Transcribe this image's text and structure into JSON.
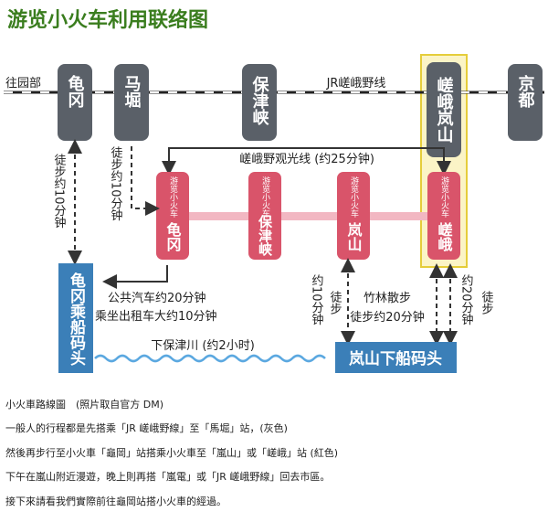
{
  "title": "游览小火车利用联络图",
  "jr": {
    "line_name": "JR嵯峨野线",
    "direction_label": "往园部",
    "stations": [
      {
        "name": "龟冈"
      },
      {
        "name": "马堀"
      },
      {
        "name": "保津峡"
      },
      {
        "name": "嵯峨岚山"
      },
      {
        "name": "京都"
      }
    ]
  },
  "sightseeing": {
    "line_name": "嵯峨野观光线 (约25分钟)",
    "prefix": "游览小火车",
    "stations": [
      {
        "name": "龟冈"
      },
      {
        "name": "保津峡"
      },
      {
        "name": "岚山"
      },
      {
        "name": "嵯峨"
      }
    ]
  },
  "walks": {
    "kameoka": "徒步约10分钟",
    "umahori": "徒步约10分钟",
    "arashiyama_a": "约10分钟",
    "arashiyama_b": "徒步",
    "bamboo_1": "竹林散步",
    "bamboo_2": "徒步约20分钟",
    "saga_a": "约20分钟",
    "saga_b": "徒步"
  },
  "boat": {
    "start_name": "龟冈乘船码头",
    "end_name": "岚山下船码头",
    "bus": "公共汽车约20分钟",
    "taxi": "乘坐出租车大约10分钟",
    "river": "下保津川 (约2小时)"
  },
  "captions": [
    "小火車路線圖　(照片取自官方 DM)",
    "一般人的行程都是先搭乘「JR 嵯峨野線」至「馬堀」站，(灰色)",
    "然後再步行至小火車「龜岡」站搭乘小火車至「嵐山」或「嵯峨」站 (紅色)",
    "下午在嵐山附近漫遊，晚上則再搭「嵐電」或「JR 嵯峨野線」回去市區。",
    "接下來請看我們實際前往龜岡站搭小火車的經過。"
  ],
  "colors": {
    "title_green": "#3a7d1e",
    "jr_gray": "#5a6068",
    "sightseeing_red": "#d9546a",
    "sightseeing_track": "#f2b7c2",
    "boat_blue": "#3b7fb8",
    "highlight_yellow": "#fbf4c6",
    "river_blue": "#5ba8e0"
  }
}
